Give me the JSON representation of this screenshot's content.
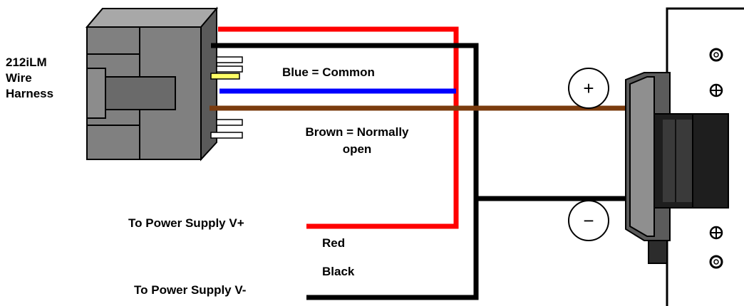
{
  "harness": {
    "title_line1": "212iLM",
    "title_line2": "Wire",
    "title_line3": "Harness"
  },
  "wire_labels": {
    "blue": "Blue = Common",
    "brown_line1": "Brown = Normally",
    "brown_line2": "open",
    "red": "Red",
    "black": "Black"
  },
  "power": {
    "positive": "To Power Supply V+",
    "negative": "To Power Supply V-"
  },
  "terminals": {
    "plus": "+",
    "minus": "−"
  },
  "colors": {
    "red_wire": "#ff0000",
    "black_wire": "#000000",
    "blue_wire": "#0000ff",
    "brown_wire": "#7a3b0e",
    "yellow_pin": "#ffff66",
    "connector_gray": "#808080",
    "strike_dark": "#404040"
  }
}
